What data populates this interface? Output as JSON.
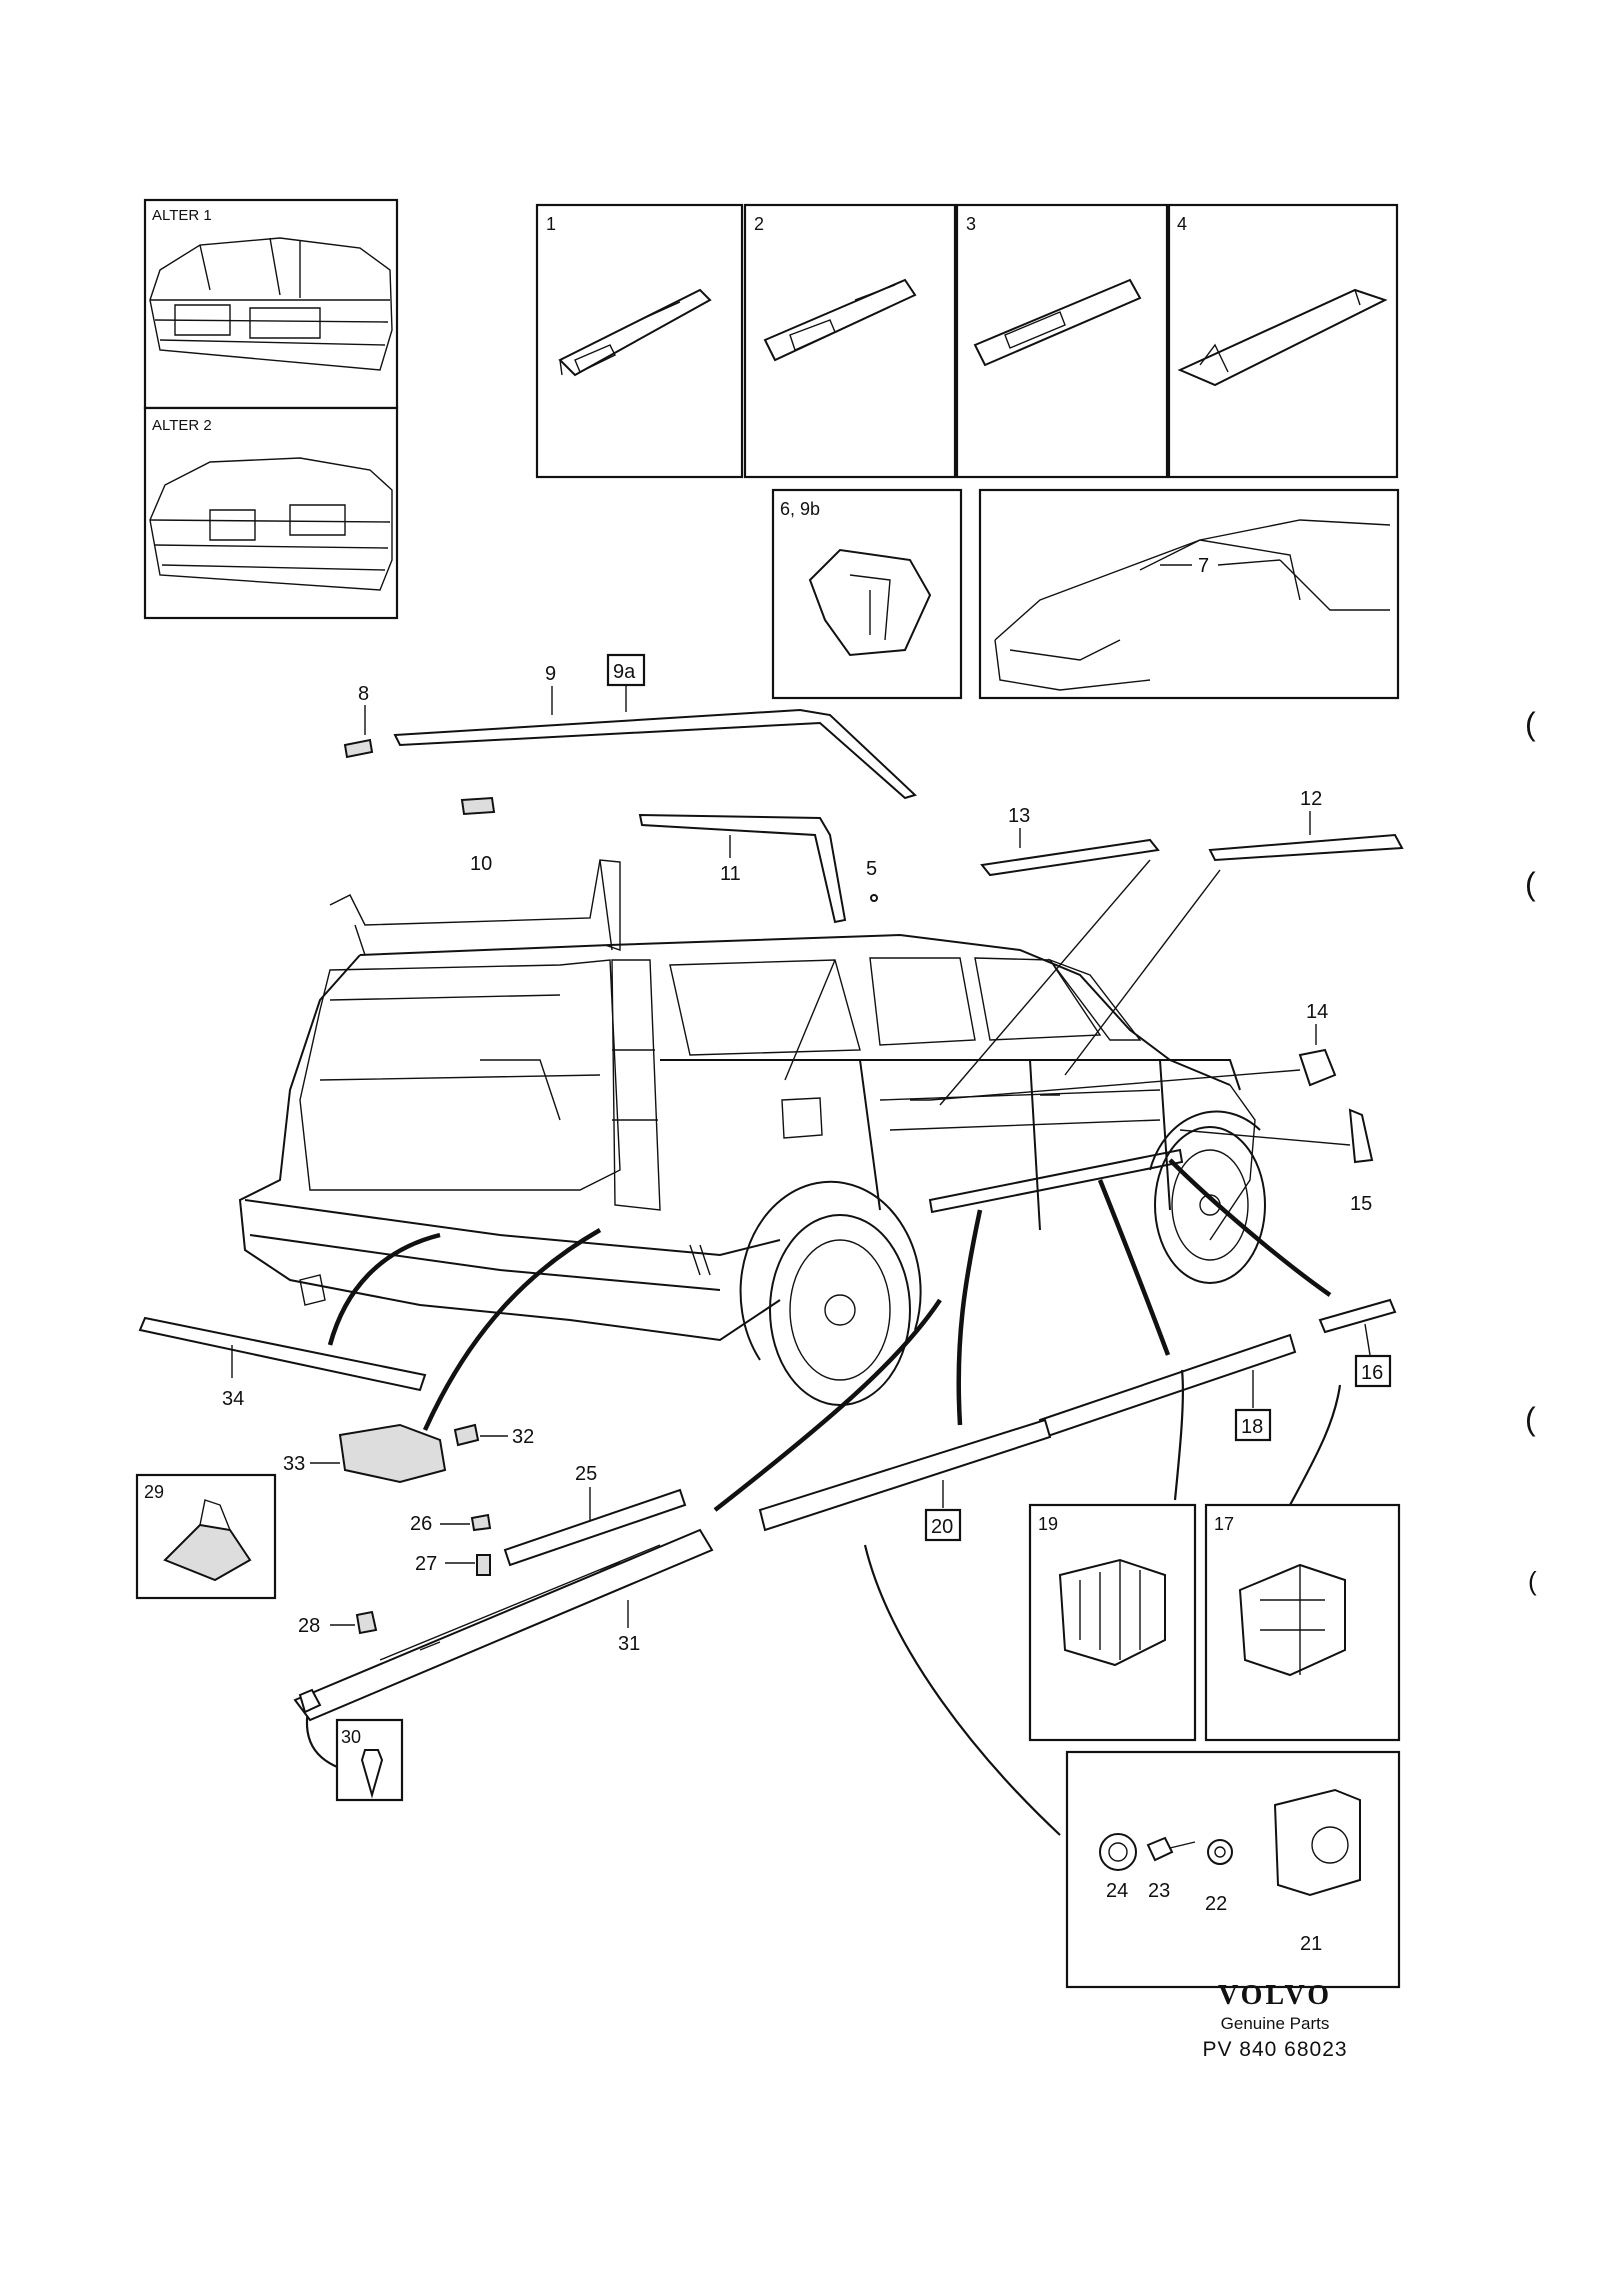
{
  "panels": {
    "alter1": "ALTER 1",
    "alter2": "ALTER 2",
    "p1": "1",
    "p2": "2",
    "p3": "3",
    "p4": "4",
    "p69b": "6, 9b",
    "p19": "19",
    "p17": "17",
    "p29": "29",
    "p30": "30"
  },
  "callouts": {
    "c5": "5",
    "c7": "7",
    "c8": "8",
    "c9": "9",
    "c9a": "9a",
    "c10": "10",
    "c11": "11",
    "c12": "12",
    "c13": "13",
    "c14": "14",
    "c15": "15",
    "c16": "16",
    "c18": "18",
    "c20": "20",
    "c21": "21",
    "c22": "22",
    "c23": "23",
    "c24": "24",
    "c25": "25",
    "c26": "26",
    "c27": "27",
    "c28": "28",
    "c31": "31",
    "c32": "32",
    "c33": "33",
    "c34": "34"
  },
  "margin_marks": [
    "(",
    "(",
    "(",
    "("
  ],
  "footer": {
    "brand": "VOLVO",
    "subtitle": "Genuine Parts",
    "code": "PV 840 68023"
  }
}
